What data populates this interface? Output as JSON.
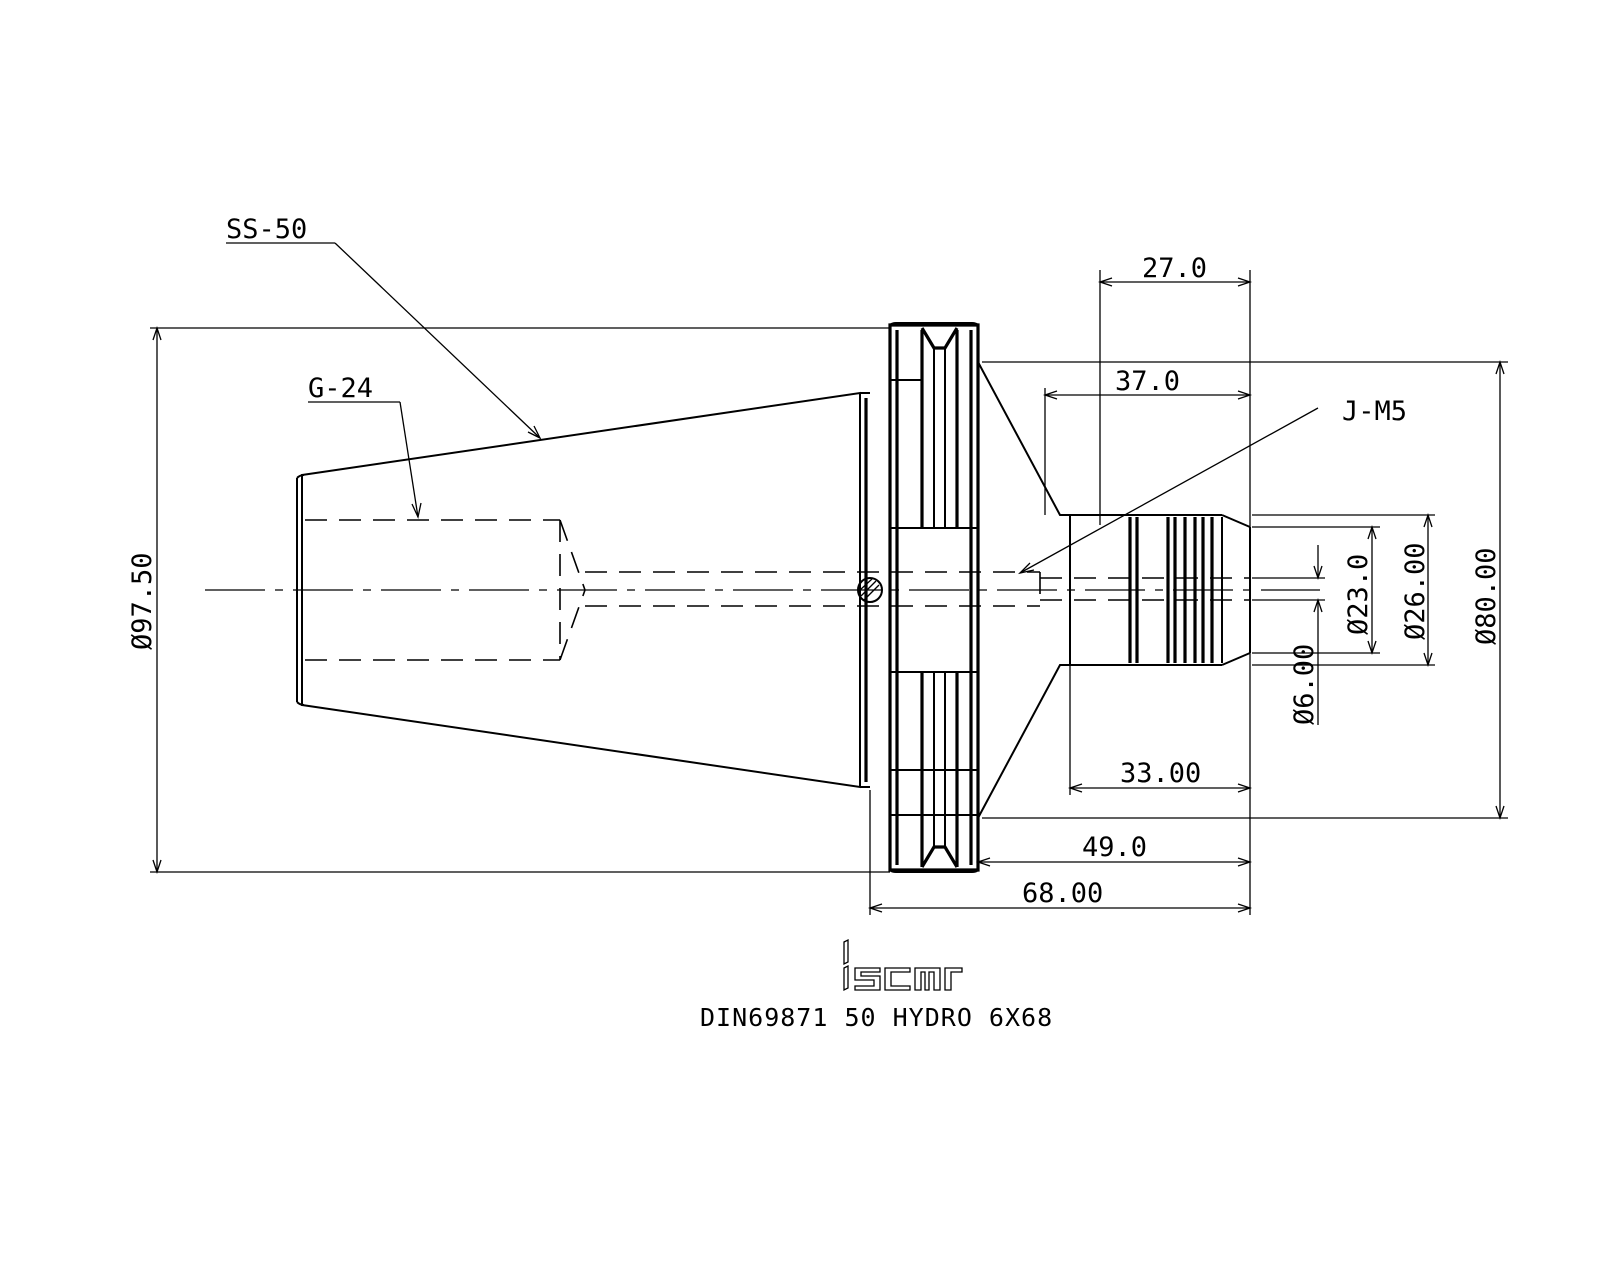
{
  "labels": {
    "ss50": "SS-50",
    "g24": "G-24",
    "jm5": "J-M5",
    "dia_97_50": "Ø97.50",
    "dia_80_00": "Ø80.00",
    "dia_26_00": "Ø26.00",
    "dia_23_0": "Ø23.0",
    "dia_6_00": "Ø6.00",
    "len_27_0": "27.0",
    "len_37_0": "37.0",
    "len_33_00": "33.00",
    "len_49_0": "49.0",
    "len_68_00": "68.00"
  },
  "logo": {
    "text": "iscar"
  },
  "title": "DIN69871 50 HYDRO 6X68"
}
